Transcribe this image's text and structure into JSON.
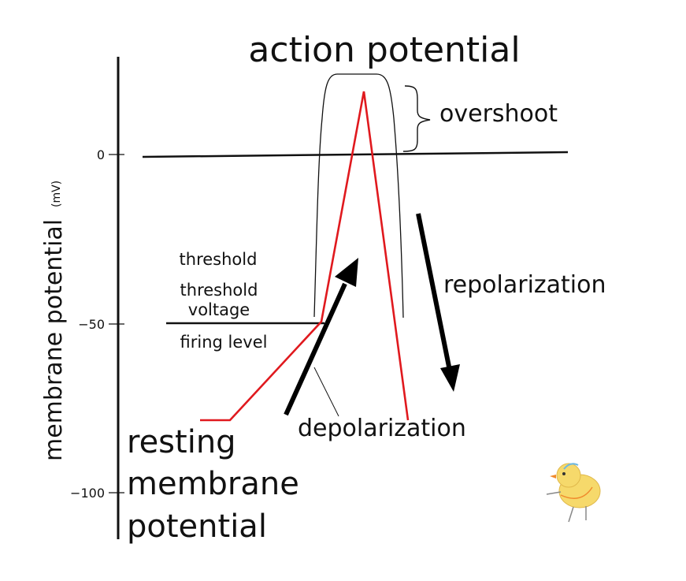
{
  "title": "action potential",
  "y_axis": {
    "label": "membrane potential",
    "unit": "(mV)",
    "ticks": [
      "0",
      "−50",
      "−100"
    ]
  },
  "labels": {
    "overshoot": "overshoot",
    "threshold": "threshold",
    "threshold_voltage_line1": "threshold",
    "threshold_voltage_line2": "voltage",
    "firing_level": "firing level",
    "repolarization": "repolarization",
    "depolarization": "depolarization",
    "resting_line1": "resting",
    "resting_line2": "membrane",
    "resting_line3": "potential"
  },
  "colors": {
    "trace": "#e0191e",
    "ink": "#111111",
    "chick_body": "#f6d96b",
    "chick_beak": "#f08a2c"
  },
  "icons": {
    "mascot": "chick-icon"
  }
}
